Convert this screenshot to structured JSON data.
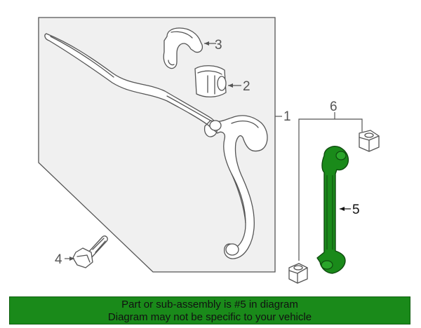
{
  "colors": {
    "highlight": "#1a8a1a",
    "panel": "#f0f0f0",
    "line": "#555555",
    "banner": "#1a8a1a"
  },
  "callouts": {
    "c1": "1",
    "c2": "2",
    "c3": "3",
    "c4": "4",
    "c5": "5",
    "c6": "6"
  },
  "banner": {
    "line1": "Part or sub-assembly is #5 in diagram",
    "line2": "Diagram may not be specific to your vehicle"
  }
}
